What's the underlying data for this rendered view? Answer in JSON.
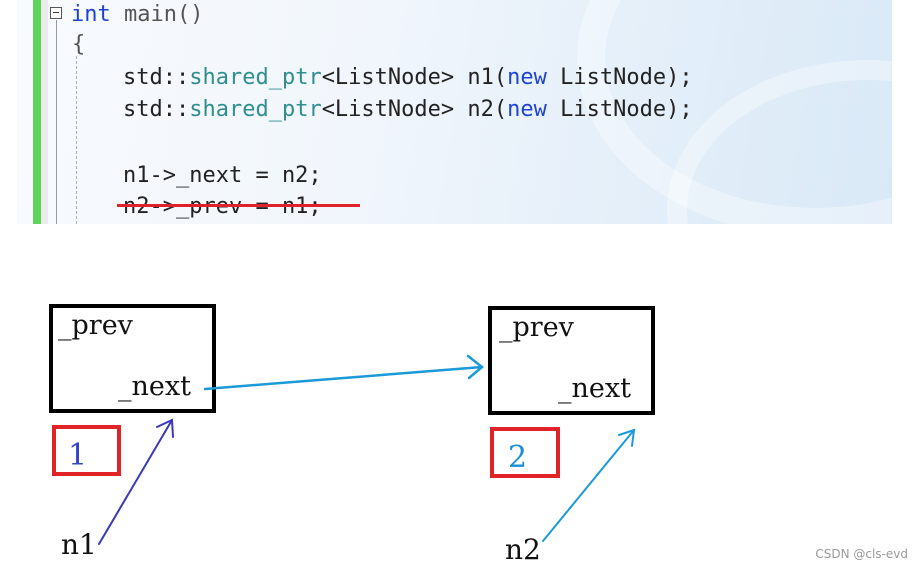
{
  "code": {
    "line1": {
      "kw": "int",
      "rest": " main()"
    },
    "line2": "{",
    "line3": {
      "prefix": "std::",
      "type": "shared_ptr",
      "rest": "<ListNode> n1(",
      "kw": "new",
      "tail": " ListNode);"
    },
    "line4": {
      "prefix": "std::",
      "type": "shared_ptr",
      "rest": "<ListNode> n2(",
      "kw": "new",
      "tail": " ListNode);"
    },
    "line5": "n1->_next = n2;",
    "line6": "n2->_prev = n1;"
  },
  "diagram": {
    "node1": {
      "prev": "_prev",
      "next": "_next",
      "number": "1",
      "number_color": "#3344c8"
    },
    "node2": {
      "prev": "_prev",
      "next": "_next",
      "number": "2",
      "number_color": "#1a8fd6"
    },
    "pointer1": "n1",
    "pointer2": "n2",
    "arrow_colors": {
      "next_link": "#1a9ad8",
      "n1": "#3838b8",
      "n2": "#1a9ad8"
    },
    "strike_color": "#e0202a"
  },
  "watermark": "CSDN @cls-evd"
}
